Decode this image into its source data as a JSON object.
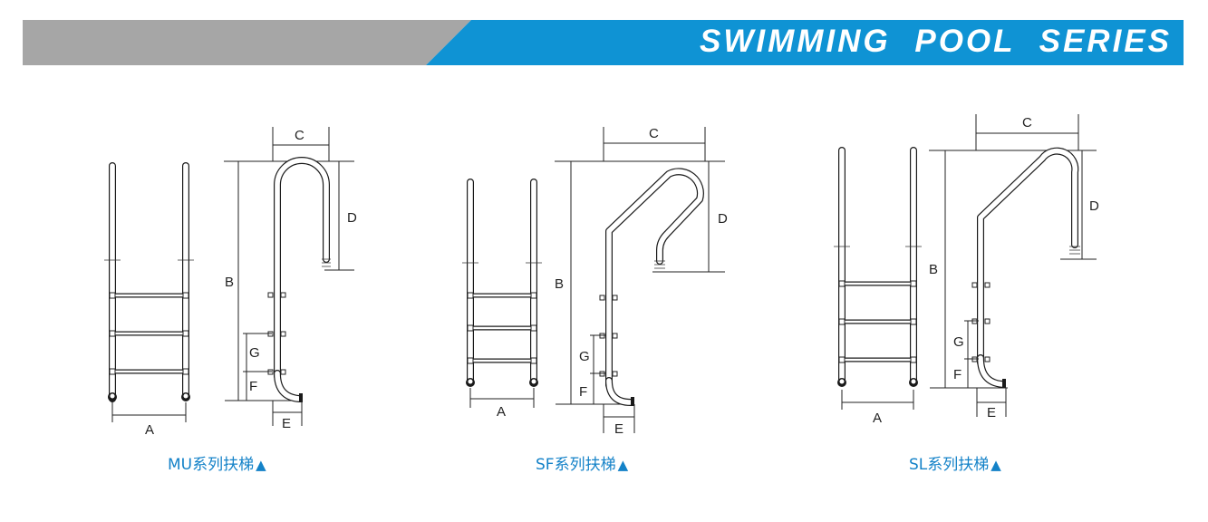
{
  "header": {
    "title": "SWIMMING POOL SERIES",
    "colors": {
      "gray": "#a6a6a6",
      "blue": "#0f93d4"
    }
  },
  "dimensions": {
    "a": "A",
    "b": "B",
    "c": "C",
    "d": "D",
    "e": "E",
    "f": "F",
    "g": "G"
  },
  "ladders": [
    {
      "id": "mu",
      "caption": "MU系列扶梯",
      "marker": "▲"
    },
    {
      "id": "sf",
      "caption": "SF系列扶梯",
      "marker": "▲"
    },
    {
      "id": "sl",
      "caption": "SL系列扶梯",
      "marker": "▲"
    }
  ],
  "caption_color": "#1482c8"
}
